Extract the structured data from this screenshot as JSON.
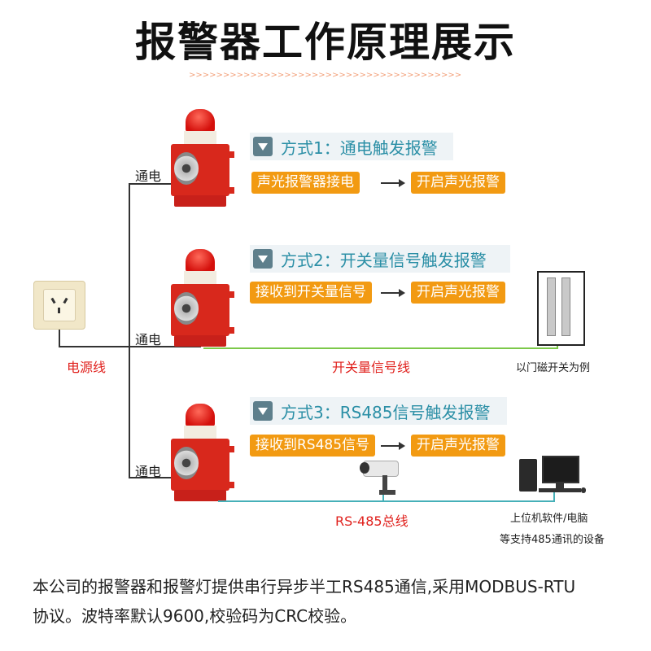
{
  "title": "报警器工作原理展示",
  "divider": ">>>>>>>>>>>>>>>>>>>>>>>>>>>>>>>>>>>>>>>>>>>>>>>>>>",
  "modes": [
    {
      "label": "方式1：通电触发报警",
      "step1": "声光报警器接电",
      "step2": "开启声光报警",
      "power_label": "通电"
    },
    {
      "label": "方式2：开关量信号触发报警",
      "step1": "接收到开关量信号",
      "step2": "开启声光报警",
      "power_label": "通电"
    },
    {
      "label": "方式3：RS485信号触发报警",
      "step1": "接收到RS485信号",
      "step2": "开启声光报警",
      "power_label": "通电"
    }
  ],
  "power_line_label": "电源线",
  "switch_signal_label": "开关量信号线",
  "door_magnet_caption": "以门磁开关为例",
  "rs485_bus_label": "RS-485总线",
  "pc_caption_1": "上位机软件/电脑",
  "pc_caption_2": "等支持485通讯的设备",
  "footer_line_1": "本公司的报警器和报警灯提供串行异步半工RS485通信,采用MODBUS-RTU",
  "footer_line_2": "协议。波特率默认9600,校验码为CRC校验。",
  "colors": {
    "accent_orange": "#f29a12",
    "mode_text": "#2b8fa6",
    "red_label": "#e0201c",
    "switch_line": "#7cc84a",
    "rs485_line": "#46b0b8"
  },
  "icons": [
    "alarm-device-icon",
    "wall-socket-icon",
    "door-magnet-icon",
    "camera-icon",
    "computer-icon",
    "triangle-down-icon"
  ]
}
